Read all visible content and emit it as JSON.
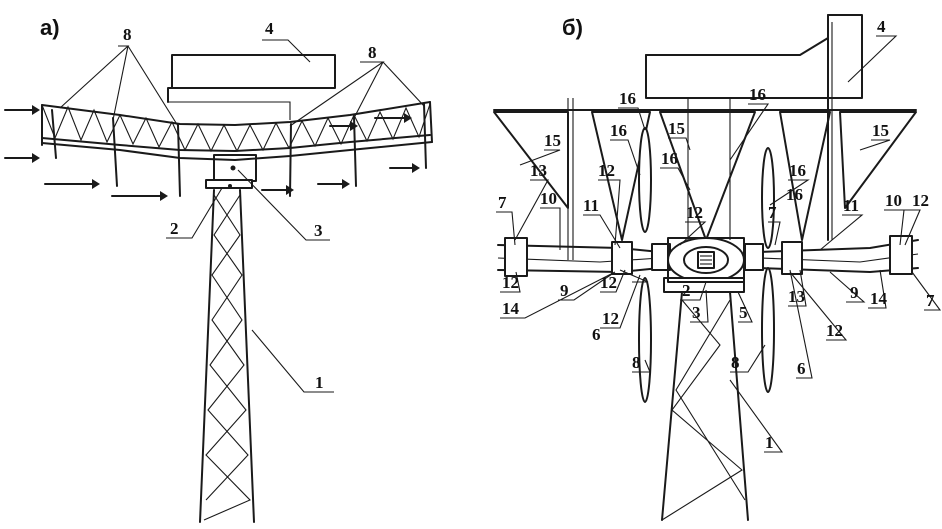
{
  "panels": {
    "a": {
      "label": "а)",
      "callouts": [
        "8",
        "4",
        "8",
        "2",
        "3",
        "1"
      ]
    },
    "b": {
      "label": "б)",
      "callouts": [
        "4",
        "16",
        "16",
        "15",
        "15",
        "16",
        "16",
        "16",
        "15",
        "16",
        "13",
        "10",
        "12",
        "12",
        "11",
        "11",
        "7",
        "7",
        "10",
        "12",
        "12",
        "12",
        "9",
        "12",
        "14",
        "6",
        "2",
        "3",
        "5",
        "13",
        "9",
        "14",
        "7",
        "12",
        "6",
        "8",
        "8",
        "1"
      ]
    }
  },
  "colors": {
    "line": "#1a1a1a",
    "background": "#ffffff"
  }
}
